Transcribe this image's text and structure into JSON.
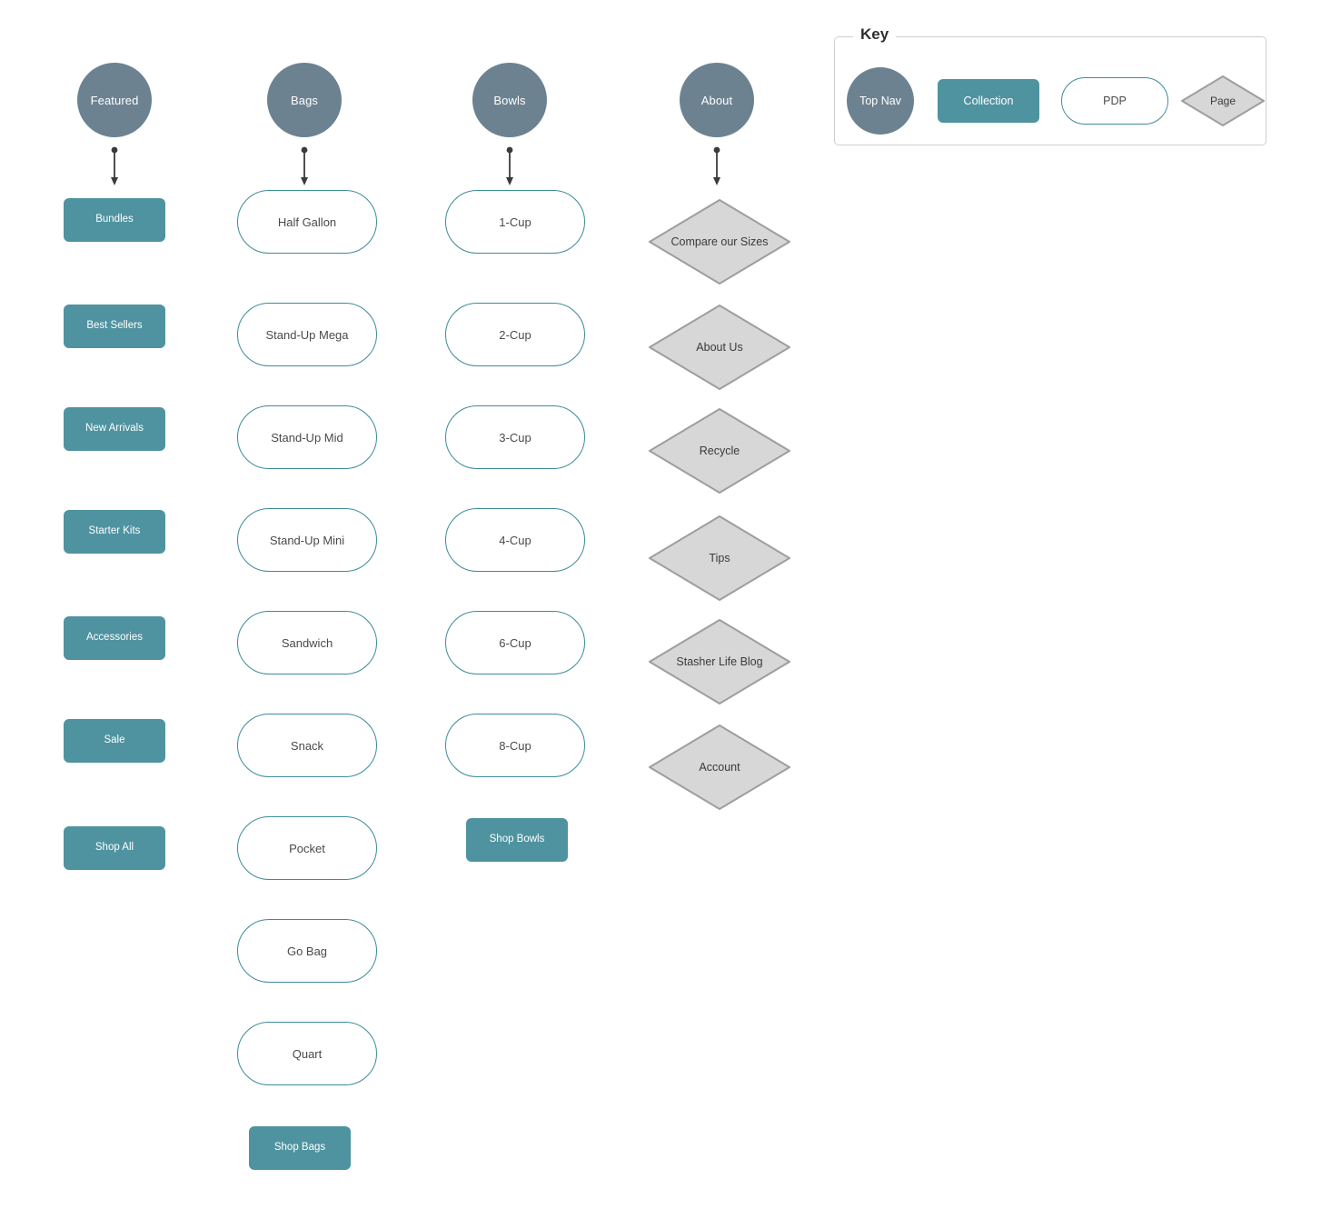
{
  "colors": {
    "top_nav": "#6c8291",
    "collection": "#4f93a0",
    "pdp_border": "#3d8b99",
    "page_fill": "#d7d7d7",
    "page_border": "#9e9e9e",
    "arrow": "#3b3b3b",
    "key_border": "#cfcfcf",
    "background": "#ffffff"
  },
  "key": {
    "legend": "Key",
    "items": [
      {
        "label": "Top Nav",
        "shape": "circle"
      },
      {
        "label": "Collection",
        "shape": "rect"
      },
      {
        "label": "PDP",
        "shape": "pill"
      },
      {
        "label": "Page",
        "shape": "diamond"
      }
    ]
  },
  "columns": [
    {
      "header": "Featured",
      "node_type": "collection",
      "items": [
        {
          "label": "Bundles",
          "shape": "rect"
        },
        {
          "label": "Best Sellers",
          "shape": "rect"
        },
        {
          "label": "New Arrivals",
          "shape": "rect"
        },
        {
          "label": "Starter Kits",
          "shape": "rect"
        },
        {
          "label": "Accessories",
          "shape": "rect"
        },
        {
          "label": "Sale",
          "shape": "rect"
        },
        {
          "label": "Shop All",
          "shape": "rect"
        }
      ]
    },
    {
      "header": "Bags",
      "node_type": "pdp",
      "items": [
        {
          "label": "Half Gallon",
          "shape": "pill"
        },
        {
          "label": "Stand-Up Mega",
          "shape": "pill"
        },
        {
          "label": "Stand-Up Mid",
          "shape": "pill"
        },
        {
          "label": "Stand-Up Mini",
          "shape": "pill"
        },
        {
          "label": "Sandwich",
          "shape": "pill"
        },
        {
          "label": "Snack",
          "shape": "pill"
        },
        {
          "label": "Pocket",
          "shape": "pill"
        },
        {
          "label": "Go Bag",
          "shape": "pill"
        },
        {
          "label": "Quart",
          "shape": "pill"
        },
        {
          "label": "Shop Bags",
          "shape": "rect"
        }
      ]
    },
    {
      "header": "Bowls",
      "node_type": "pdp",
      "items": [
        {
          "label": "1-Cup",
          "shape": "pill"
        },
        {
          "label": "2-Cup",
          "shape": "pill"
        },
        {
          "label": "3-Cup",
          "shape": "pill"
        },
        {
          "label": "4-Cup",
          "shape": "pill"
        },
        {
          "label": "6-Cup",
          "shape": "pill"
        },
        {
          "label": "8-Cup",
          "shape": "pill"
        },
        {
          "label": "Shop Bowls",
          "shape": "rect"
        }
      ]
    },
    {
      "header": "About",
      "node_type": "page",
      "items": [
        {
          "label": "Compare our Sizes",
          "shape": "diamond"
        },
        {
          "label": "About Us",
          "shape": "diamond"
        },
        {
          "label": "Recycle",
          "shape": "diamond"
        },
        {
          "label": "Tips",
          "shape": "diamond"
        },
        {
          "label": "Stasher Life Blog",
          "shape": "diamond"
        },
        {
          "label": "Account",
          "shape": "diamond"
        }
      ]
    }
  ]
}
